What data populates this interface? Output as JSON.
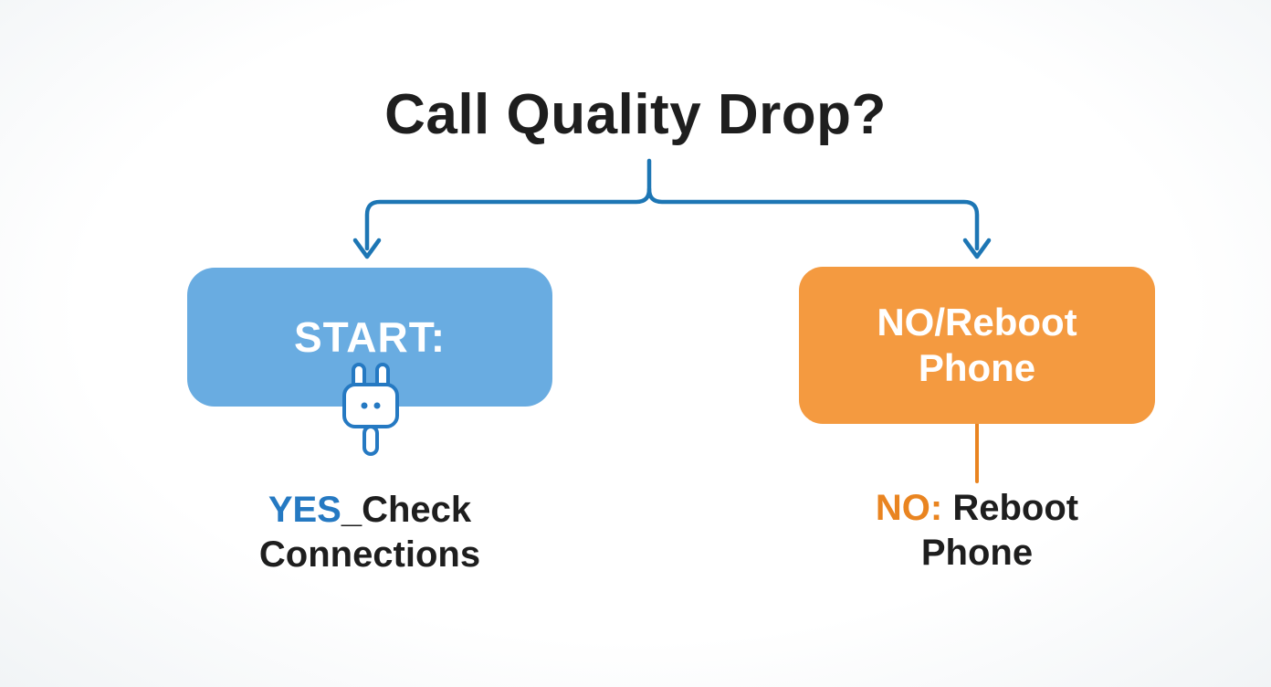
{
  "title": "Call Quality Drop?",
  "colors": {
    "text_dark": "#1e1e1e",
    "connector_blue": "#1d76b4",
    "node_blue": "#69ace1",
    "node_orange": "#f49a40",
    "yes_blue": "#2579c2",
    "no_orange": "#e98420",
    "node_text": "#ffffff"
  },
  "nodes": {
    "start": {
      "label": "START:"
    },
    "reboot": {
      "label_line1": "NO/Reboot",
      "label_line2": "Phone"
    }
  },
  "labels": {
    "yes": {
      "highlight": "YES",
      "rest": "_Check",
      "line2": "Connections"
    },
    "no": {
      "highlight": "NO:",
      "rest": " Reboot",
      "line2": "Phone"
    }
  },
  "icons": {
    "plug": "plug-icon"
  }
}
